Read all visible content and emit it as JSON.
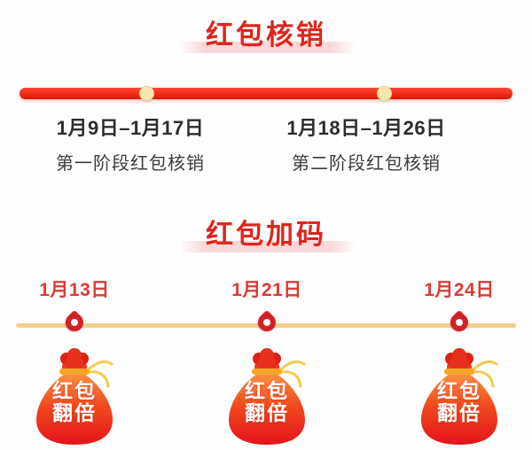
{
  "poster": {
    "sections": {
      "verify": {
        "title": "红包核销",
        "phases": [
          {
            "date_range": "1月9日–1月17日",
            "label": "第一阶段红包核销"
          },
          {
            "date_range": "1月18日–1月26日",
            "label": "第二阶段红包核销"
          }
        ]
      },
      "boost": {
        "title": "红包加码",
        "events": [
          {
            "date": "1月13日",
            "badge": {
              "line1": "红包",
              "line2": "翻倍"
            }
          },
          {
            "date": "1月21日",
            "badge": {
              "line1": "红包",
              "line2": "翻倍"
            }
          },
          {
            "date": "1月24日",
            "badge": {
              "line1": "红包",
              "line2": "翻倍"
            }
          }
        ]
      }
    },
    "colors": {
      "title_red": "#E0251C",
      "title_highlight_pink": "#F9D8DB",
      "timeline_red_top": "#FB4A34",
      "timeline_red_bottom": "#DE1507",
      "milestone_dot_cream": "#F8E6B0",
      "date_text_dark": "#2D2D2D",
      "boost_date_red": "#DC3B33",
      "gold_line": "#F3CE8D",
      "drop_marker_red": "#D51F28",
      "bag_gradient_top": "#FB8E44",
      "bag_gradient_bottom": "#E5131C",
      "bag_string_gold": "#F3CC4F"
    }
  }
}
